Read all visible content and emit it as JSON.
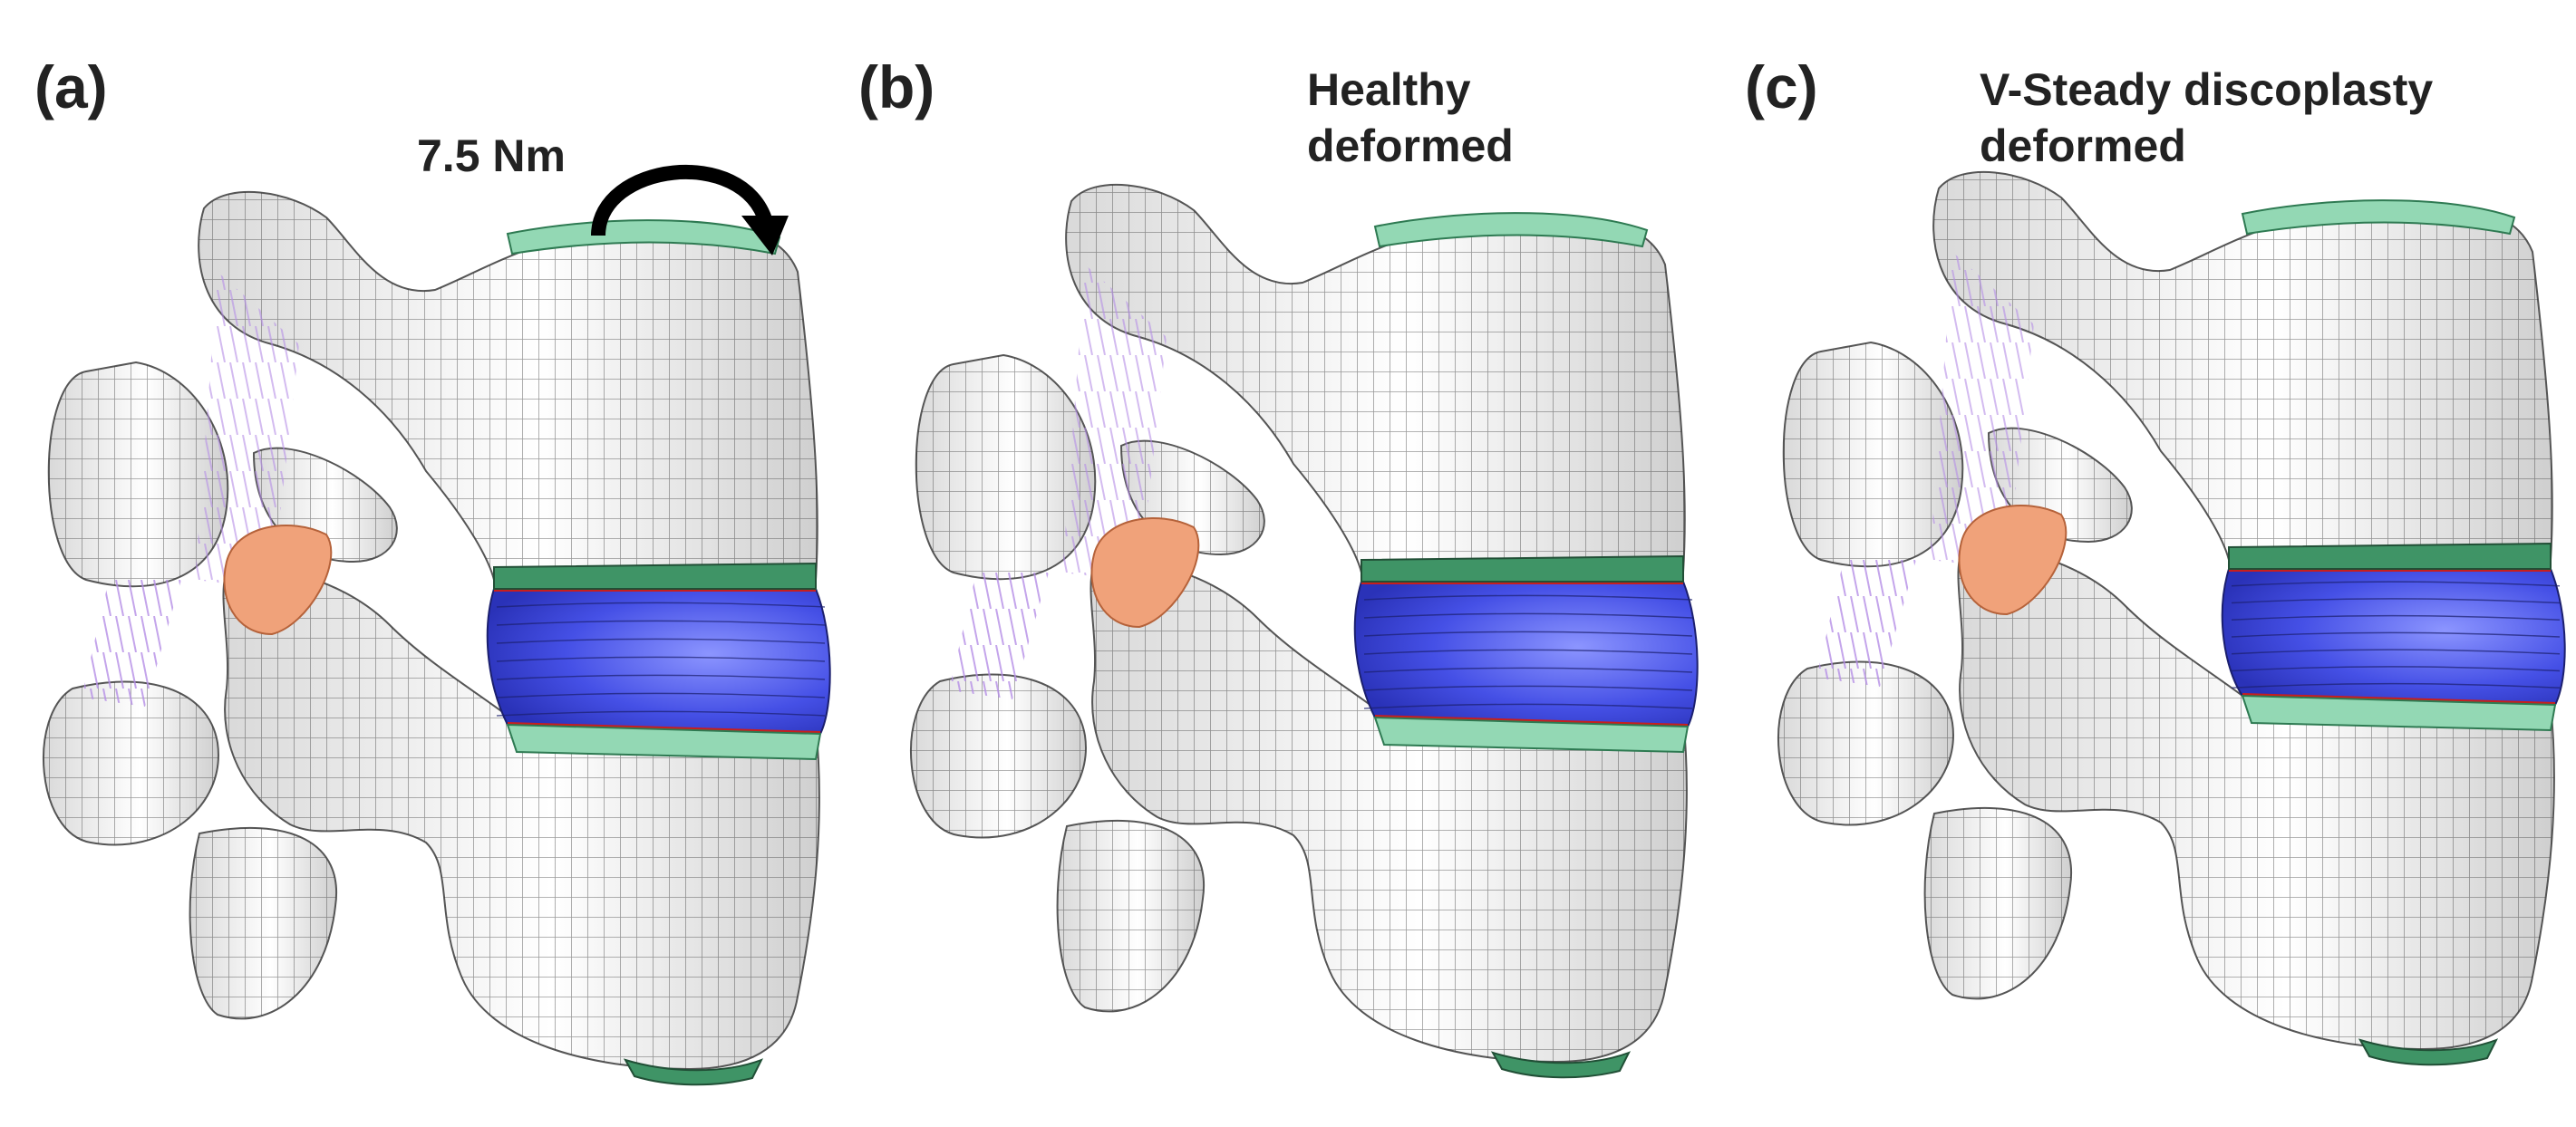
{
  "panels": [
    {
      "letter": "(a)",
      "caption_line1": "",
      "caption_line2": "",
      "torque": "7.5 Nm"
    },
    {
      "letter": "(b)",
      "caption_line1": "Healthy",
      "caption_line2": "deformed"
    },
    {
      "letter": "(c)",
      "caption_line1": "V-Steady discoplasty",
      "caption_line2": "deformed"
    }
  ],
  "colors": {
    "bone": "#ececec",
    "mesh": "#333333",
    "endplate": "#3f9466",
    "endplate_light": "#93d8b4",
    "disc": "#4550e6",
    "disc_border": "#c81e1e",
    "facet": "#f0a27a",
    "ligament": "#b58ee6"
  },
  "icons": [
    "moment-arrow-icon"
  ]
}
